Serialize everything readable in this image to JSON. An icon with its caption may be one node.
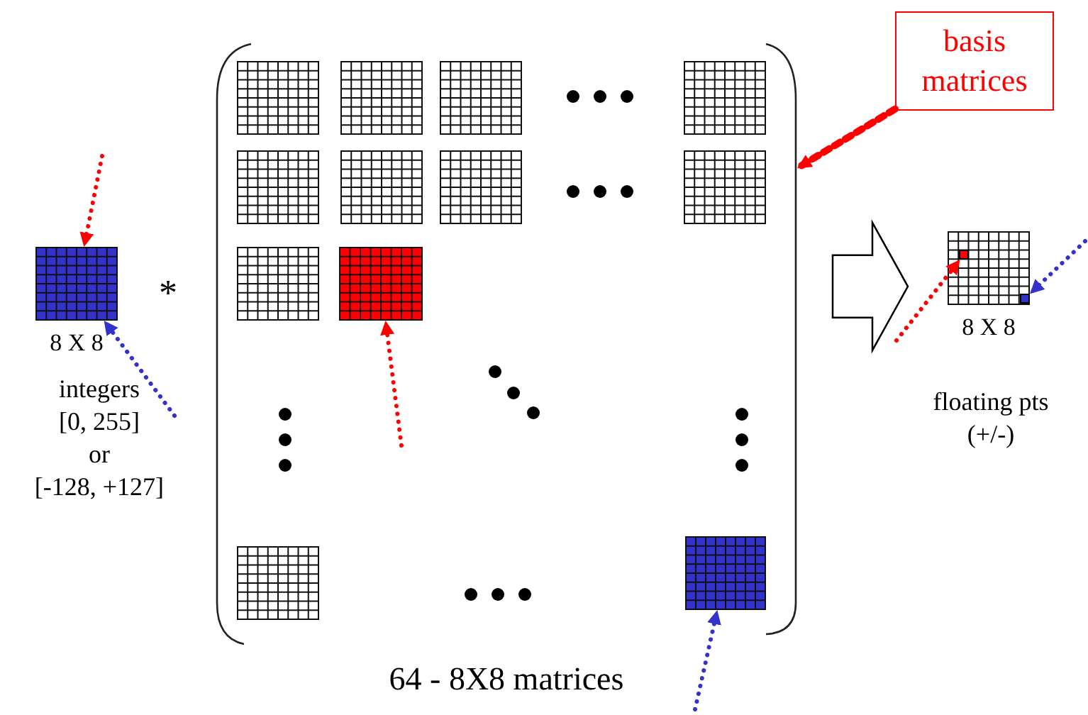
{
  "diagram": {
    "nodes": [
      {
        "text": [
          "8 X 8"
        ],
        "beside": [
          "integers",
          "[0, 255]",
          "or",
          "[-128, +127]"
        ]
      },
      {
        "text": [
          "64 - 8X8 matrices"
        ]
      },
      {
        "text": [],
        "shape": "grid",
        "in": 1
      },
      {
        "text": [],
        "shape": "grid",
        "in": 1
      },
      {
        "text": [],
        "shape": "grid",
        "in": 1
      },
      {
        "text": [],
        "shape": "grid",
        "in": 1
      },
      {
        "text": [],
        "shape": "grid",
        "in": 1
      },
      {
        "text": [],
        "shape": "grid",
        "in": 1
      },
      {
        "text": [],
        "shape": "grid",
        "in": 1
      },
      {
        "text": [],
        "shape": "grid",
        "in": 1
      },
      {
        "text": [],
        "shape": "grid",
        "in": 1
      },
      {
        "text": [],
        "shape": "grid",
        "in": 1
      },
      {
        "text": [],
        "shape": "grid",
        "in": 1
      },
      {
        "text": [],
        "shape": "grid",
        "in": 1
      },
      {
        "text": [
          "8 X 8"
        ],
        "beside": [
          "floating pts",
          "(+/-)"
        ]
      },
      {
        "text": [],
        "shape": "box",
        "in": 14
      },
      {
        "text": [],
        "shape": "box",
        "in": 14
      },
      {
        "text": [
          "basis matrices"
        ]
      }
    ],
    "edges": [
      {
        "from": null,
        "to": 0,
        "arrow": "to"
      },
      {
        "from": null,
        "to": 0,
        "arrow": "to",
        "color": "#3333cc"
      },
      {
        "from": null,
        "to": 11,
        "arrow": "to"
      },
      {
        "from": null,
        "to": 13,
        "arrow": "to",
        "color": "#3333cc"
      },
      {
        "from": 17,
        "to": 1,
        "arrow": "to",
        "style": "dashed"
      },
      {
        "from": 1,
        "to": 14,
        "arrow": "to",
        "style": "thick",
        "color": "#000000"
      },
      {
        "from": null,
        "to": 15,
        "arrow": "to"
      },
      {
        "from": null,
        "to": 16,
        "arrow": "to",
        "color": "#3333cc"
      }
    ],
    "labels": [
      "*"
    ]
  }
}
